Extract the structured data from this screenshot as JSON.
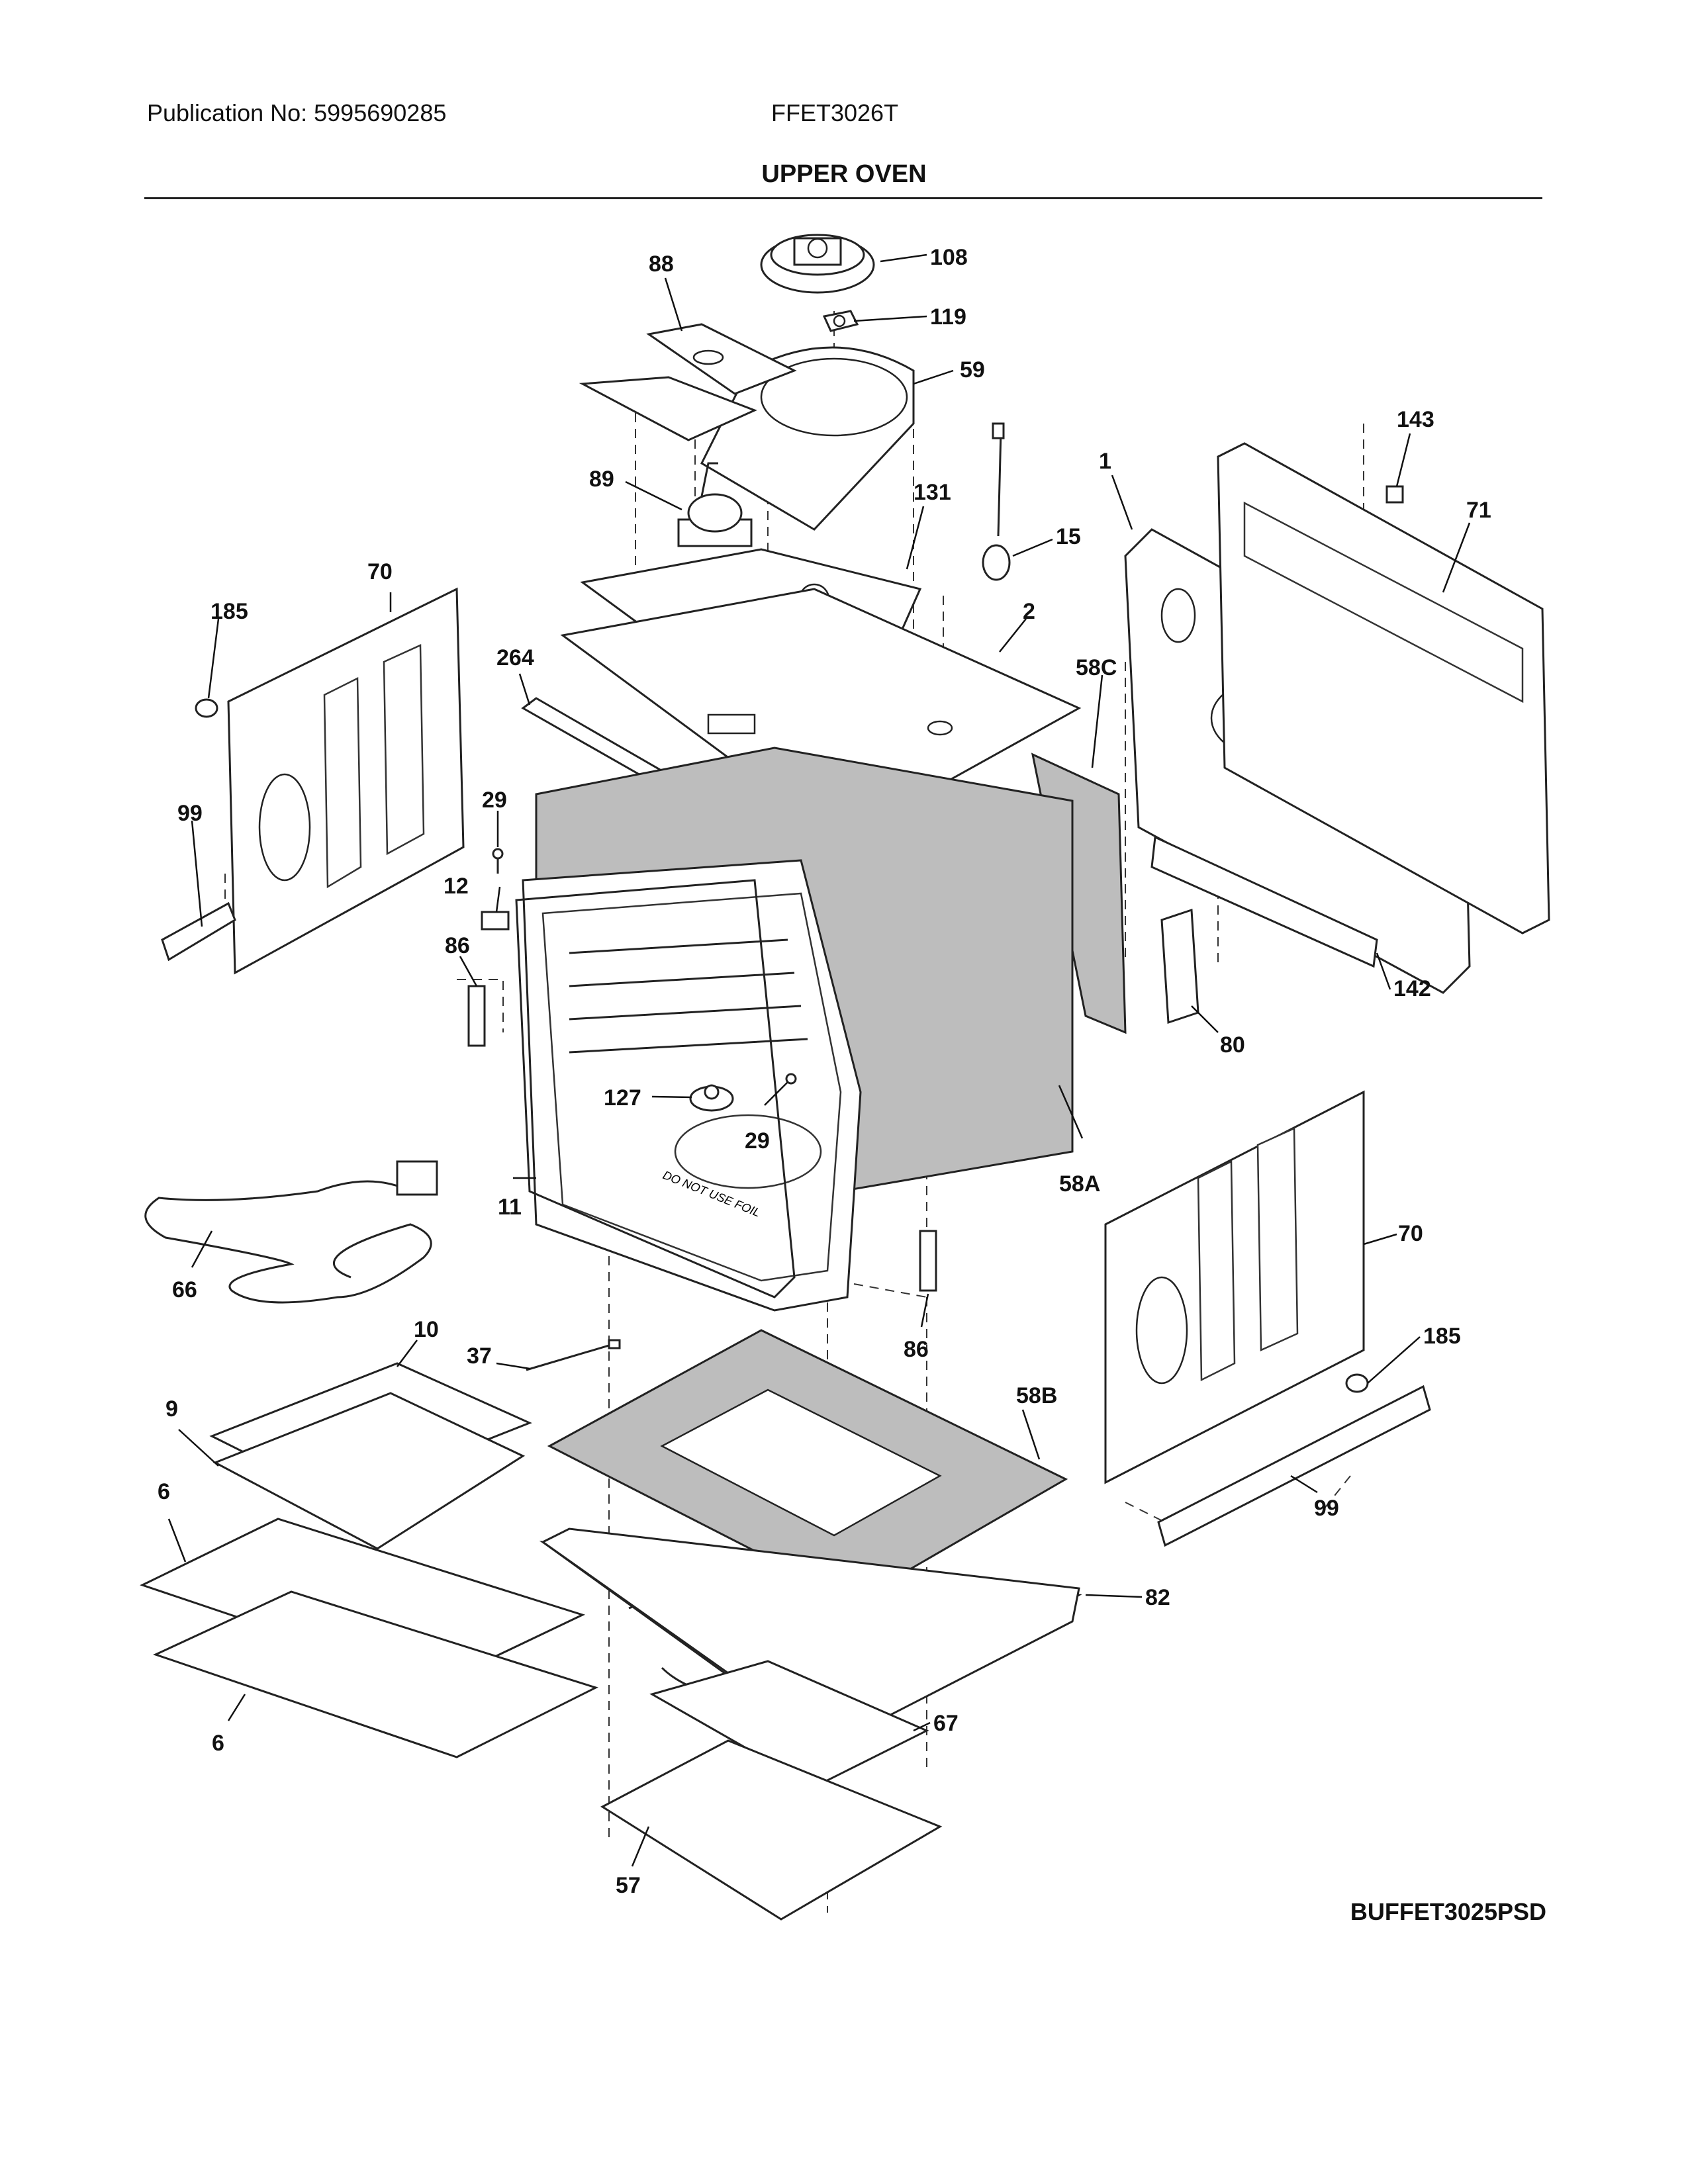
{
  "header": {
    "publication": "Publication No: 5995690285",
    "model": "FFET3026T",
    "section_title": "UPPER OVEN"
  },
  "footer": {
    "diagram_code": "BUFFET3025PSD"
  },
  "oven_liner_text": "DO NOT USE FOIL",
  "part_labels": [
    "108",
    "88",
    "119",
    "59",
    "143",
    "1",
    "71",
    "89",
    "131",
    "15",
    "70",
    "185",
    "2",
    "58C",
    "264",
    "29",
    "99",
    "12",
    "86",
    "142",
    "80",
    "127",
    "29",
    "11",
    "58A",
    "66",
    "86",
    "70",
    "10",
    "37",
    "185",
    "9",
    "58B",
    "99",
    "6",
    "82",
    "67",
    "6",
    "57"
  ]
}
